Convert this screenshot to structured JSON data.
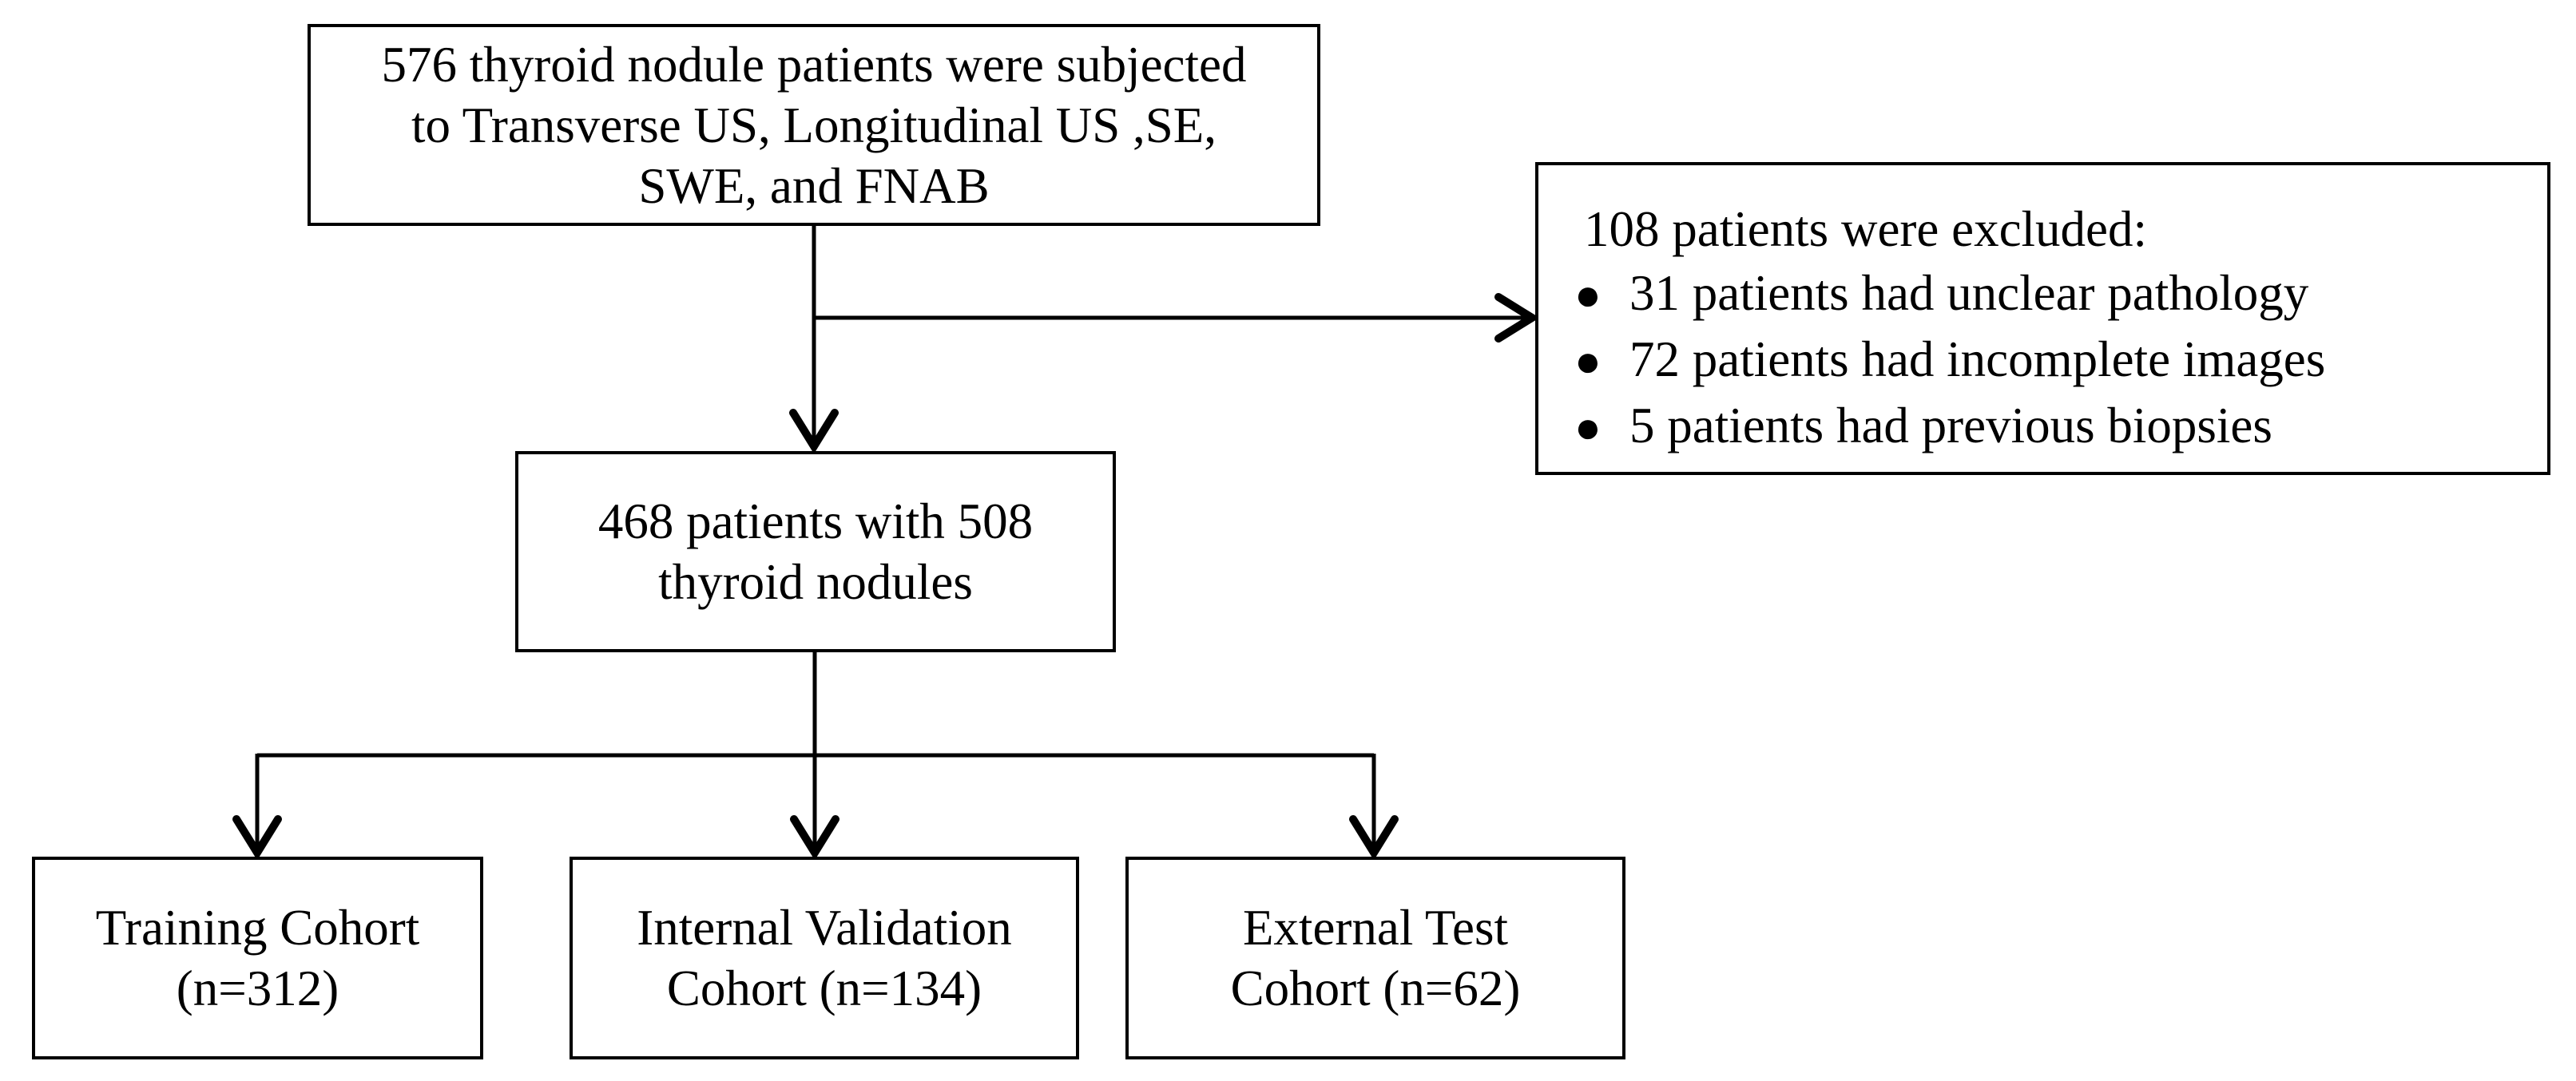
{
  "diagram": {
    "top_box": {
      "text": "576 thyroid nodule patients were subjected\nto Transverse US, Longitudinal US ,SE,\nSWE, and FNAB"
    },
    "excluded_box": {
      "title": "108 patients were excluded:",
      "bullet_char": "●",
      "items": [
        "31 patients had unclear pathology",
        "72 patients had incomplete images",
        "5 patients had previous biopsies"
      ]
    },
    "patients_box": {
      "text": "468 patients with 508\nthyroid nodules"
    },
    "cohort_boxes": [
      {
        "text": "Training Cohort\n(n=312)"
      },
      {
        "text": "Internal Validation\nCohort (n=134)"
      },
      {
        "text": "External Test\nCohort (n=62)"
      }
    ],
    "colors": {
      "line": "#000000",
      "box_border": "#000000",
      "background": "#ffffff"
    }
  }
}
